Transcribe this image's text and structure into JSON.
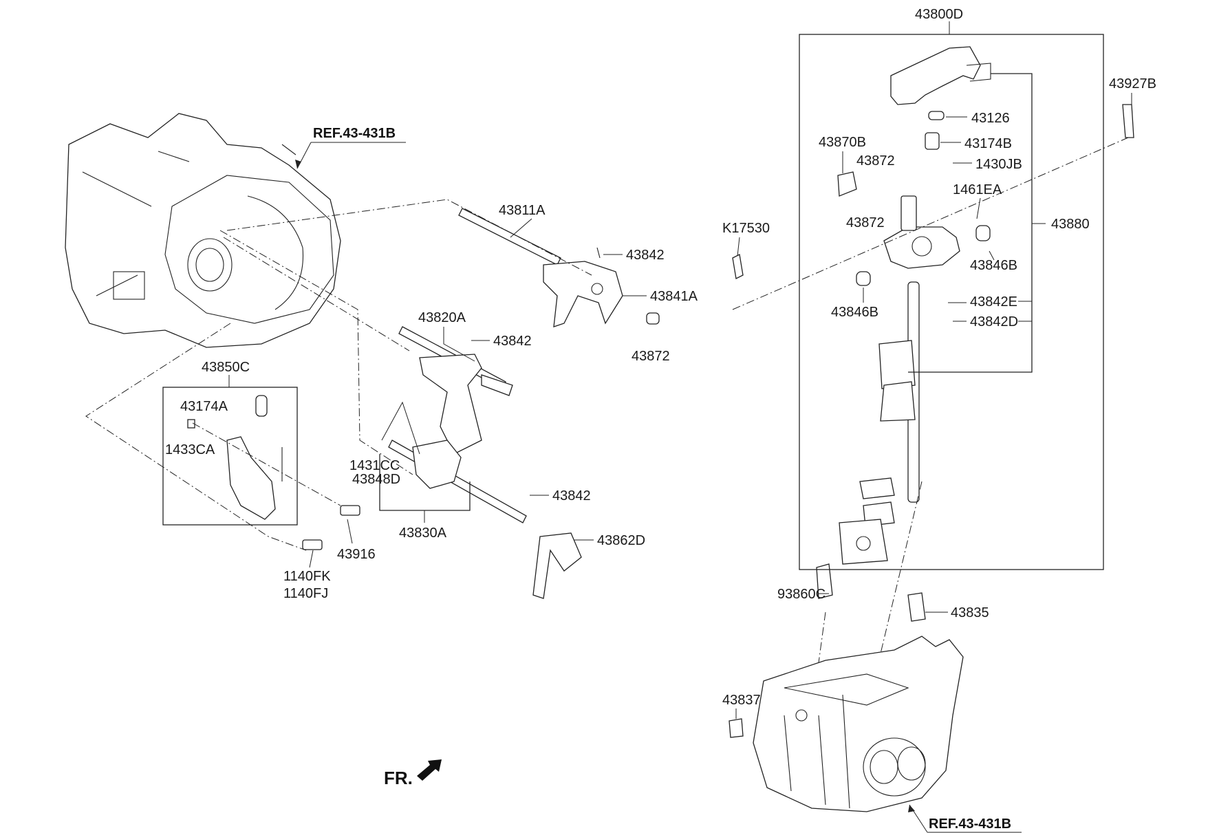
{
  "diagram": {
    "refs": {
      "ref_top": "REF.43-431B",
      "ref_bottom": "REF.43-431B"
    },
    "direction": "FR.",
    "groups": {
      "g_43800D": "43800D",
      "g_43850C": "43850C",
      "g_43880": "43880",
      "g_43830A": "43830A"
    },
    "parts": {
      "p43811A": "43811A",
      "p43842_a": "43842",
      "p43841A": "43841A",
      "p43872_a": "43872",
      "p43820A": "43820A",
      "p43842_b": "43842",
      "p43174A": "43174A",
      "p1433CA": "1433CA",
      "p1431CC": "1431CC",
      "p43848D": "43848D",
      "p43842_c": "43842",
      "p43862D": "43862D",
      "p43916": "43916",
      "p1140FK": "1140FK",
      "p1140FJ": "1140FJ",
      "p43927B": "43927B",
      "p43126": "43126",
      "p43870B": "43870B",
      "p43174B": "43174B",
      "p43872_b": "43872",
      "p1430JB": "1430JB",
      "p1461EA": "1461EA",
      "p43872_c": "43872",
      "pK17530": "K17530",
      "p43846B_a": "43846B",
      "p43846B_b": "43846B",
      "p43842E": "43842E",
      "p43842D": "43842D",
      "p93860C": "93860C",
      "p43835": "43835",
      "p43837": "43837"
    }
  }
}
